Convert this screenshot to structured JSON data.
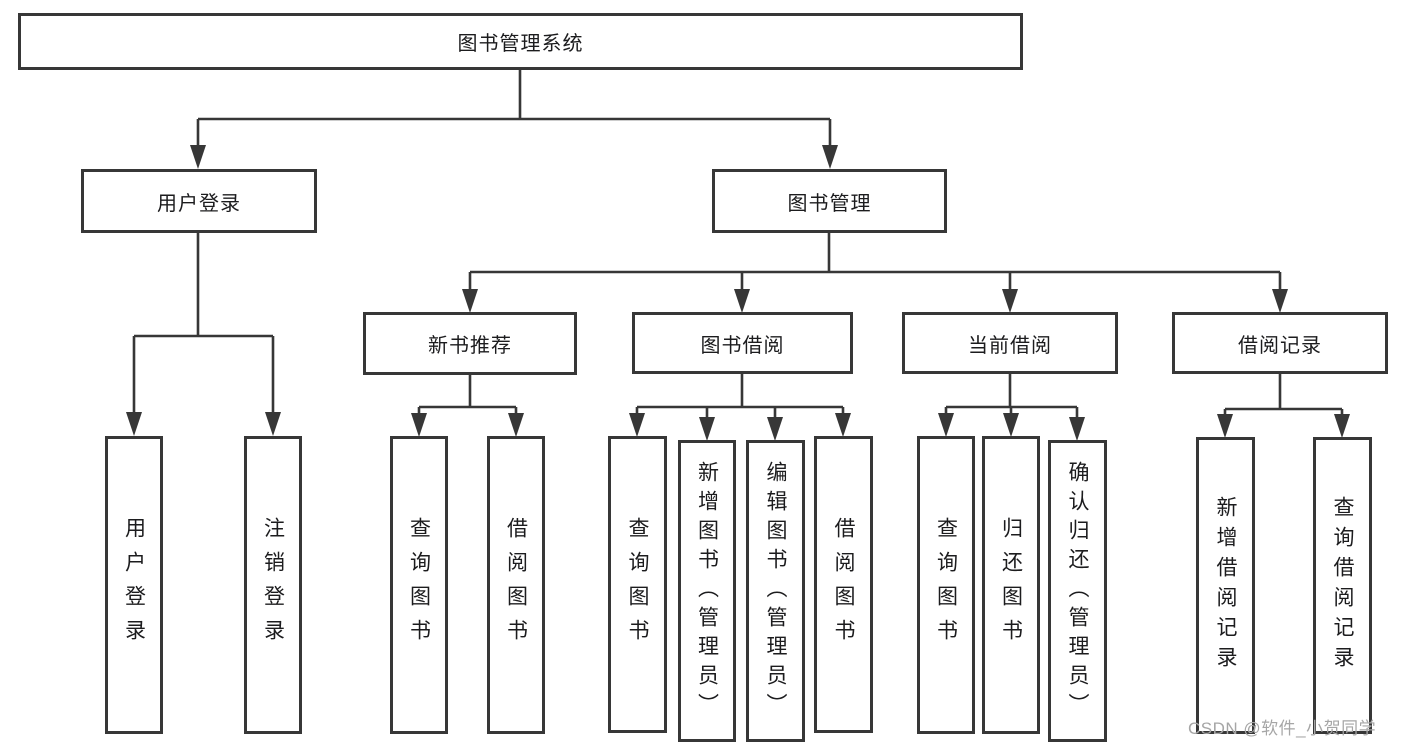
{
  "tree": {
    "label": "图书管理系统",
    "children": [
      {
        "label": "用户登录",
        "children": [
          {
            "label": "用户登录"
          },
          {
            "label": "注销登录"
          }
        ]
      },
      {
        "label": "图书管理",
        "children": [
          {
            "label": "新书推荐",
            "children": [
              {
                "label": "查询图书"
              },
              {
                "label": "借阅图书"
              }
            ]
          },
          {
            "label": "图书借阅",
            "children": [
              {
                "label": "查询图书"
              },
              {
                "label": "新增图书（管理员）"
              },
              {
                "label": "编辑图书（管理员）"
              },
              {
                "label": "借阅图书"
              }
            ]
          },
          {
            "label": "当前借阅",
            "children": [
              {
                "label": "查询图书"
              },
              {
                "label": "归还图书"
              },
              {
                "label": "确认归还（管理员）"
              }
            ]
          },
          {
            "label": "借阅记录",
            "children": [
              {
                "label": "新增借阅记录"
              },
              {
                "label": "查询借阅记录"
              }
            ]
          }
        ]
      }
    ]
  },
  "watermark": {
    "text": "CSDN @软件_小贺同学"
  },
  "colors": {
    "line": "#373737",
    "text": "#1c1c1e",
    "watermark": "#a6a6a6",
    "background": "#ffffff"
  }
}
